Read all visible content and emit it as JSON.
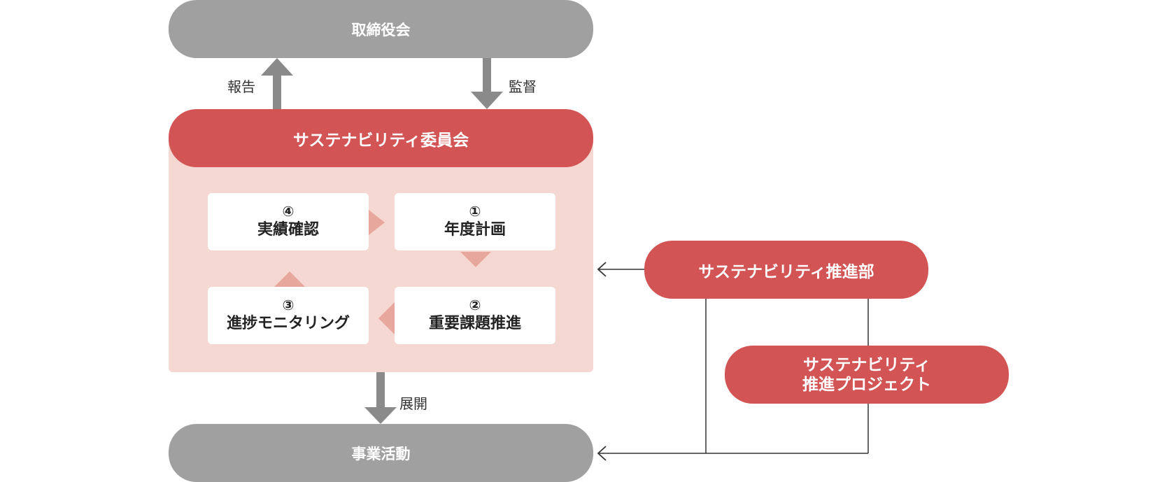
{
  "board": {
    "label": "取締役会"
  },
  "arrows": {
    "report": "報告",
    "supervise": "監督",
    "deploy": "展開"
  },
  "committee": {
    "title": "サステナビリティ委員会",
    "steps": [
      {
        "num": "④",
        "label": "実績確認"
      },
      {
        "num": "①",
        "label": "年度計画"
      },
      {
        "num": "③",
        "label": "進捗モニタリング"
      },
      {
        "num": "②",
        "label": "重要課題推進"
      }
    ]
  },
  "business": {
    "label": "事業活動"
  },
  "promotion_dept": {
    "label": "サステナビリティ推進部"
  },
  "promotion_project": {
    "line1": "サステナビリティ",
    "line2": "推進プロジェクト"
  },
  "colors": {
    "gray": "#a0a0a0",
    "red": "#d35454",
    "panel": "#f5d8d2",
    "chevron": "#e8a79c"
  }
}
